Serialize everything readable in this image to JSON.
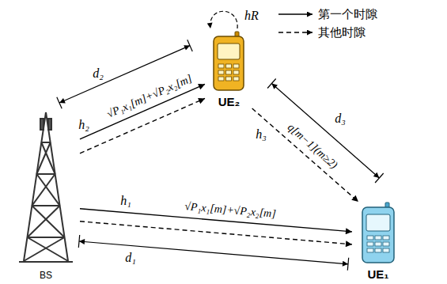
{
  "diagram": {
    "nodes": [
      {
        "text": [
          "BS"
        ]
      },
      {
        "text": [
          "UE₂"
        ]
      },
      {
        "text": [
          "UE₁"
        ]
      }
    ],
    "edges": [
      {
        "from": 0,
        "to": 1,
        "arrow": "to",
        "label": "√P₁x₁[m]+√P₂x₂[m]"
      },
      {
        "from": 0,
        "to": 1,
        "arrow": "to"
      },
      {
        "from": 0,
        "to": 2,
        "arrow": "to",
        "label": "√P₁x₁[m]+√P₂x₂[m]"
      },
      {
        "from": 0,
        "to": 2,
        "arrow": "to"
      },
      {
        "from": 1,
        "to": 2,
        "arrow": "to",
        "label": "q[m−1](m≥2)"
      }
    ],
    "labels": [
      "d₂",
      "h₂",
      "hR",
      "h₃",
      "d₃",
      "h₁",
      "d₁"
    ],
    "legend": [
      {
        "text": "第一个时隙"
      },
      {
        "text": "其他时隙"
      }
    ]
  }
}
